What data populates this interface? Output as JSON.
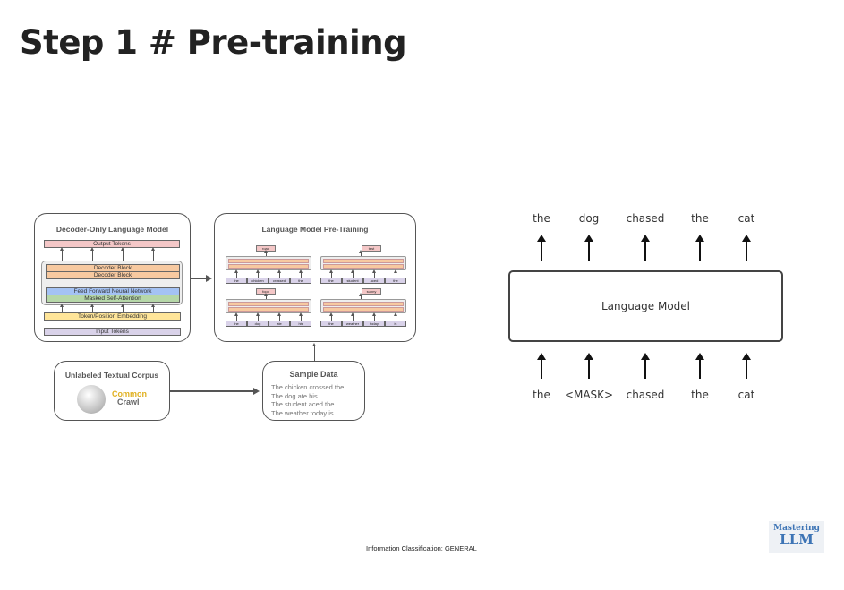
{
  "title": "Step 1 # Pre-training",
  "decoder": {
    "title": "Decoder-Only Language Model",
    "output": "Output Tokens",
    "block1": "Decoder Block",
    "block2": "Decoder Block",
    "ffn": "Feed Forward Neural Network",
    "attn": "Masked Self-Attention",
    "embed": "Token/Position Embedding",
    "input": "Input Tokens"
  },
  "pretrain": {
    "title": "Language Model Pre-Training",
    "examples": [
      {
        "pred": "road",
        "tokens": [
          "the",
          "chicken",
          "crossed",
          "the"
        ]
      },
      {
        "pred": "test",
        "tokens": [
          "the",
          "student",
          "aced",
          "the"
        ]
      },
      {
        "pred": "food",
        "tokens": [
          "the",
          "dog",
          "ate",
          "his"
        ]
      },
      {
        "pred": "sunny",
        "tokens": [
          "the",
          "weather",
          "today",
          "is"
        ]
      }
    ]
  },
  "corpus": {
    "title": "Unlabeled Textual Corpus",
    "logo_common": "Common",
    "logo_crawl": "Crawl"
  },
  "sample": {
    "title": "Sample Data",
    "lines": [
      "The chicken crossed the ...",
      "The dog ate his ...",
      "The student aced the ...",
      "The weather today is ..."
    ]
  },
  "lm": {
    "label": "Language Model",
    "outputs": [
      "the",
      "dog",
      "chased",
      "the",
      "cat"
    ],
    "inputs": [
      "the",
      "<MASK>",
      "chased",
      "the",
      "cat"
    ]
  },
  "footer": "Information Classification: GENERAL",
  "logo": {
    "line1": "Mastering",
    "line2": "LLM"
  }
}
